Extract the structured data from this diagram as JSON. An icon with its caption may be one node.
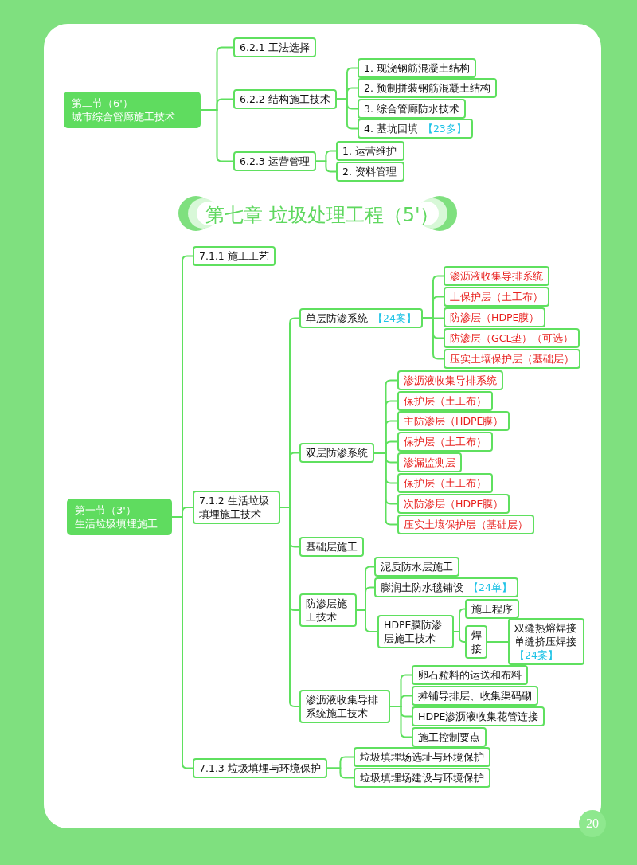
{
  "diagram": {
    "title": "第七章 垃圾处理工程（5'）",
    "nodes": [
      {
        "text": [
          "第二节（6'）",
          "城市综合管廊施工技术"
        ]
      },
      {
        "text": [
          "6.2.1  工法选择"
        ]
      },
      {
        "text": [
          "6.2.2  结构施工技术"
        ]
      },
      {
        "text": [
          "1. 现浇钢筋混凝土结构"
        ]
      },
      {
        "text": [
          "2. 预制拼装钢筋混凝土结构"
        ]
      },
      {
        "text": [
          "3. 综合管廊防水技术"
        ]
      },
      {
        "text": [
          "4. 基坑回填",
          "【23多】"
        ]
      },
      {
        "text": [
          "6.2.3  运营管理"
        ]
      },
      {
        "text": [
          "1. 运营维护"
        ]
      },
      {
        "text": [
          "2. 资料管理"
        ]
      },
      {
        "text": [
          "第一节（3'）",
          "生活垃圾填埋施工"
        ]
      },
      {
        "text": [
          "7.1.1  施工工艺"
        ]
      },
      {
        "text": [
          "7.1.2  生活垃圾填埋施工技术"
        ]
      },
      {
        "text": [
          "单层防渗系统",
          "【24案】"
        ]
      },
      {
        "text": [
          "渗沥液收集导排系统"
        ]
      },
      {
        "text": [
          "上保护层（土工布）"
        ]
      },
      {
        "text": [
          "防渗层（HDPE膜）"
        ]
      },
      {
        "text": [
          "防渗层（GCL垫）（可选）"
        ]
      },
      {
        "text": [
          "压实土壤保护层（基础层）"
        ]
      },
      {
        "text": [
          "双层防渗系统"
        ]
      },
      {
        "text": [
          "渗沥液收集导排系统"
        ]
      },
      {
        "text": [
          "保护层（土工布）"
        ]
      },
      {
        "text": [
          "主防渗层（HDPE膜）"
        ]
      },
      {
        "text": [
          "保护层（土工布）"
        ]
      },
      {
        "text": [
          "渗漏监测层"
        ]
      },
      {
        "text": [
          "保护层（土工布）"
        ]
      },
      {
        "text": [
          "次防渗层（HDPE膜）"
        ]
      },
      {
        "text": [
          "压实土壤保护层（基础层）"
        ]
      },
      {
        "text": [
          "基础层施工"
        ]
      },
      {
        "text": [
          "防渗层施工技术"
        ]
      },
      {
        "text": [
          "泥质防水层施工"
        ]
      },
      {
        "text": [
          "膨润土防水毯铺设",
          "【24单】"
        ]
      },
      {
        "text": [
          "HDPE膜防渗层施工技术"
        ]
      },
      {
        "text": [
          "施工程序"
        ]
      },
      {
        "text": [
          "焊接"
        ]
      },
      {
        "text": [
          "双缝热熔焊接单缝挤压焊接",
          "【24案】"
        ]
      },
      {
        "text": [
          "渗沥液收集导排系统施工技术"
        ]
      },
      {
        "text": [
          "卵石粒料的运送和布料"
        ]
      },
      {
        "text": [
          "摊铺导排层、收集渠码砌"
        ]
      },
      {
        "text": [
          "HDPE渗沥液收集花管连接"
        ]
      },
      {
        "text": [
          "施工控制要点"
        ]
      },
      {
        "text": [
          "7.1.3  垃圾填埋与环境保护"
        ]
      },
      {
        "text": [
          "垃圾填埋场选址与环境保护"
        ]
      },
      {
        "text": [
          "垃圾填埋场建设与环境保护"
        ]
      }
    ],
    "edges": [
      {
        "from": 0,
        "to": 1,
        "arrow": "none"
      },
      {
        "from": 0,
        "to": 2,
        "arrow": "none"
      },
      {
        "from": 0,
        "to": 7,
        "arrow": "none"
      },
      {
        "from": 2,
        "to": 3,
        "arrow": "none"
      },
      {
        "from": 2,
        "to": 4,
        "arrow": "none"
      },
      {
        "from": 2,
        "to": 5,
        "arrow": "none"
      },
      {
        "from": 2,
        "to": 6,
        "arrow": "none"
      },
      {
        "from": 7,
        "to": 8,
        "arrow": "none"
      },
      {
        "from": 7,
        "to": 9,
        "arrow": "none"
      },
      {
        "from": 10,
        "to": 11,
        "arrow": "none"
      },
      {
        "from": 10,
        "to": 12,
        "arrow": "none"
      },
      {
        "from": 10,
        "to": 41,
        "arrow": "none"
      },
      {
        "from": 12,
        "to": 13,
        "arrow": "none"
      },
      {
        "from": 12,
        "to": 19,
        "arrow": "none"
      },
      {
        "from": 12,
        "to": 28,
        "arrow": "none"
      },
      {
        "from": 12,
        "to": 29,
        "arrow": "none"
      },
      {
        "from": 12,
        "to": 36,
        "arrow": "none"
      },
      {
        "from": 13,
        "to": 14,
        "arrow": "none"
      },
      {
        "from": 13,
        "to": 15,
        "arrow": "none"
      },
      {
        "from": 13,
        "to": 16,
        "arrow": "none"
      },
      {
        "from": 13,
        "to": 17,
        "arrow": "none"
      },
      {
        "from": 13,
        "to": 18,
        "arrow": "none"
      },
      {
        "from": 19,
        "to": 20,
        "arrow": "none"
      },
      {
        "from": 19,
        "to": 21,
        "arrow": "none"
      },
      {
        "from": 19,
        "to": 22,
        "arrow": "none"
      },
      {
        "from": 19,
        "to": 23,
        "arrow": "none"
      },
      {
        "from": 19,
        "to": 24,
        "arrow": "none"
      },
      {
        "from": 19,
        "to": 25,
        "arrow": "none"
      },
      {
        "from": 19,
        "to": 26,
        "arrow": "none"
      },
      {
        "from": 19,
        "to": 27,
        "arrow": "none"
      },
      {
        "from": 29,
        "to": 30,
        "arrow": "none"
      },
      {
        "from": 29,
        "to": 31,
        "arrow": "none"
      },
      {
        "from": 29,
        "to": 32,
        "arrow": "none"
      },
      {
        "from": 32,
        "to": 33,
        "arrow": "none"
      },
      {
        "from": 32,
        "to": 34,
        "arrow": "none"
      },
      {
        "from": 34,
        "to": 35,
        "arrow": "none"
      },
      {
        "from": 36,
        "to": 37,
        "arrow": "none"
      },
      {
        "from": 36,
        "to": 38,
        "arrow": "none"
      },
      {
        "from": 36,
        "to": 39,
        "arrow": "none"
      },
      {
        "from": 36,
        "to": 40,
        "arrow": "none"
      },
      {
        "from": 41,
        "to": 42,
        "arrow": "none"
      },
      {
        "from": 41,
        "to": 43,
        "arrow": "none"
      }
    ],
    "labels": [
      "20"
    ]
  }
}
